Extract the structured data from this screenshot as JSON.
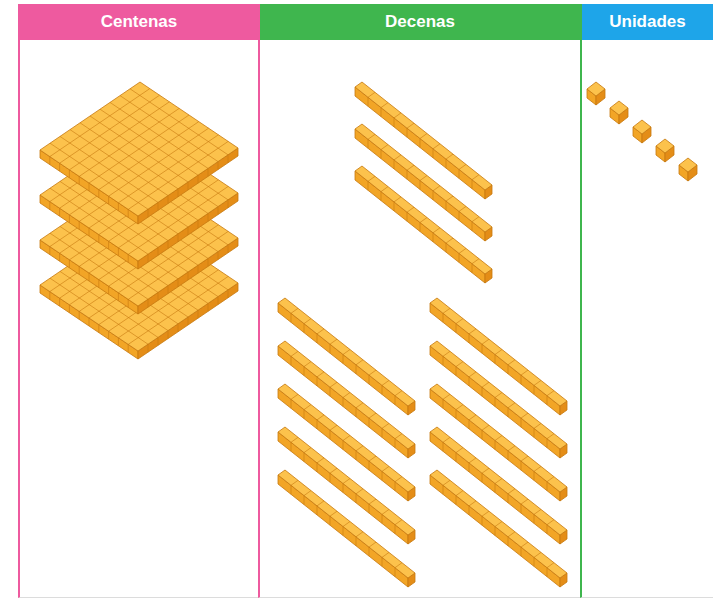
{
  "diagram": {
    "nodes": [
      {
        "text": [
          "Centenas"
        ]
      },
      {
        "text": [
          "Decenas"
        ]
      },
      {
        "text": [
          "Unidades"
        ]
      }
    ]
  }
}
